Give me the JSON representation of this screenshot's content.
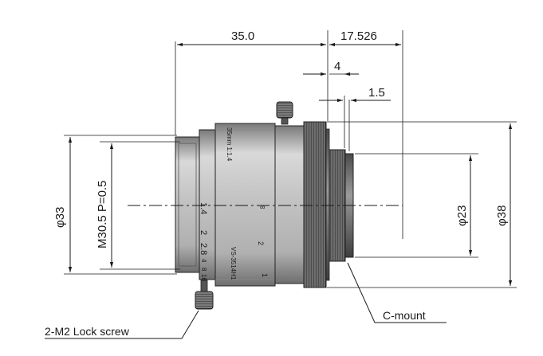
{
  "dimensions": {
    "total_length": "35.0",
    "flange_back": "17.526",
    "mount_depth": "4",
    "mount_step": "1.5",
    "outer_diameter": "φ33",
    "thread_spec": "M30.5 P=0.5",
    "inner_diameter": "φ23",
    "max_diameter": "φ38"
  },
  "callouts": {
    "lock_screw": "2-M2 Lock screw",
    "mount_type": "C-mount"
  },
  "barrel_text": {
    "focal": "35mm 1:1.4",
    "model": "VS-3514H1",
    "infinity": "∞",
    "distance_2": "2",
    "distance_1": "1",
    "aperture": [
      "1.4",
      "2",
      "2.8",
      "4",
      "8",
      "16"
    ]
  }
}
